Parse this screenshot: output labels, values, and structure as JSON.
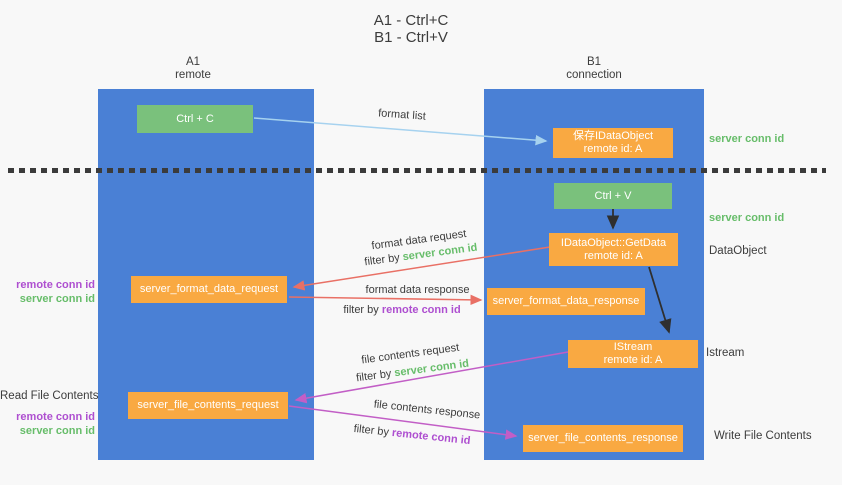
{
  "title": {
    "line1": "A1 - Ctrl+C",
    "line2": "B1 - Ctrl+V"
  },
  "columns": {
    "left": {
      "header_line1": "A1",
      "header_line2": "remote"
    },
    "right": {
      "header_line1": "B1",
      "header_line2": "connection"
    }
  },
  "nodes": {
    "ctrl_c": {
      "label": "Ctrl + C"
    },
    "save_idataobject": {
      "line1": "保存IDataObject",
      "line2": "remote id: A"
    },
    "ctrl_v": {
      "label": "Ctrl + V"
    },
    "getdata": {
      "line1": "IDataObject::GetData",
      "line2": "remote id: A"
    },
    "server_format_data_request": {
      "label": "server_format_data_request"
    },
    "server_format_data_response": {
      "label": "server_format_data_response"
    },
    "istream_node": {
      "line1": "IStream",
      "line2": "remote id: A"
    },
    "server_file_contents_request": {
      "label": "server_file_contents_request"
    },
    "server_file_contents_response": {
      "label": "server_file_contents_response"
    }
  },
  "flow_labels": {
    "format_list": "format list",
    "format_data_request": "format data request",
    "format_data_response": "format data response",
    "file_contents_request": "file contents request",
    "file_contents_response": "file contents response",
    "filter_by": "filter by ",
    "server_conn_id": "server conn id",
    "remote_conn_id": "remote conn id"
  },
  "side_labels": {
    "right": {
      "server_conn_id_top": "server conn id",
      "server_conn_id_mid": "server conn id",
      "dataobject": "DataObject",
      "istream": "Istream",
      "write_file_contents": "Write File Contents"
    },
    "left": {
      "remote_conn_id_1": "remote conn id",
      "server_conn_id_1": "server conn id",
      "read_file_contents": "Read File Contents",
      "remote_conn_id_2": "remote conn id",
      "server_conn_id_2": "server conn id"
    }
  },
  "colors": {
    "background": "#f8f8f8",
    "column_blue": "#4a80d5",
    "node_green": "#7ac17c",
    "node_orange": "#f9a942",
    "text_dark": "#3c3c3c",
    "server_conn_green": "#67bd6a",
    "remote_conn_purple": "#ae4fd0",
    "arrow_light_blue": "#a6d2ef",
    "arrow_salmon": "#e97065",
    "arrow_magenta": "#c25ec6",
    "arrow_black": "#2f2f2f",
    "divider_dot": "#3b3b3b"
  }
}
